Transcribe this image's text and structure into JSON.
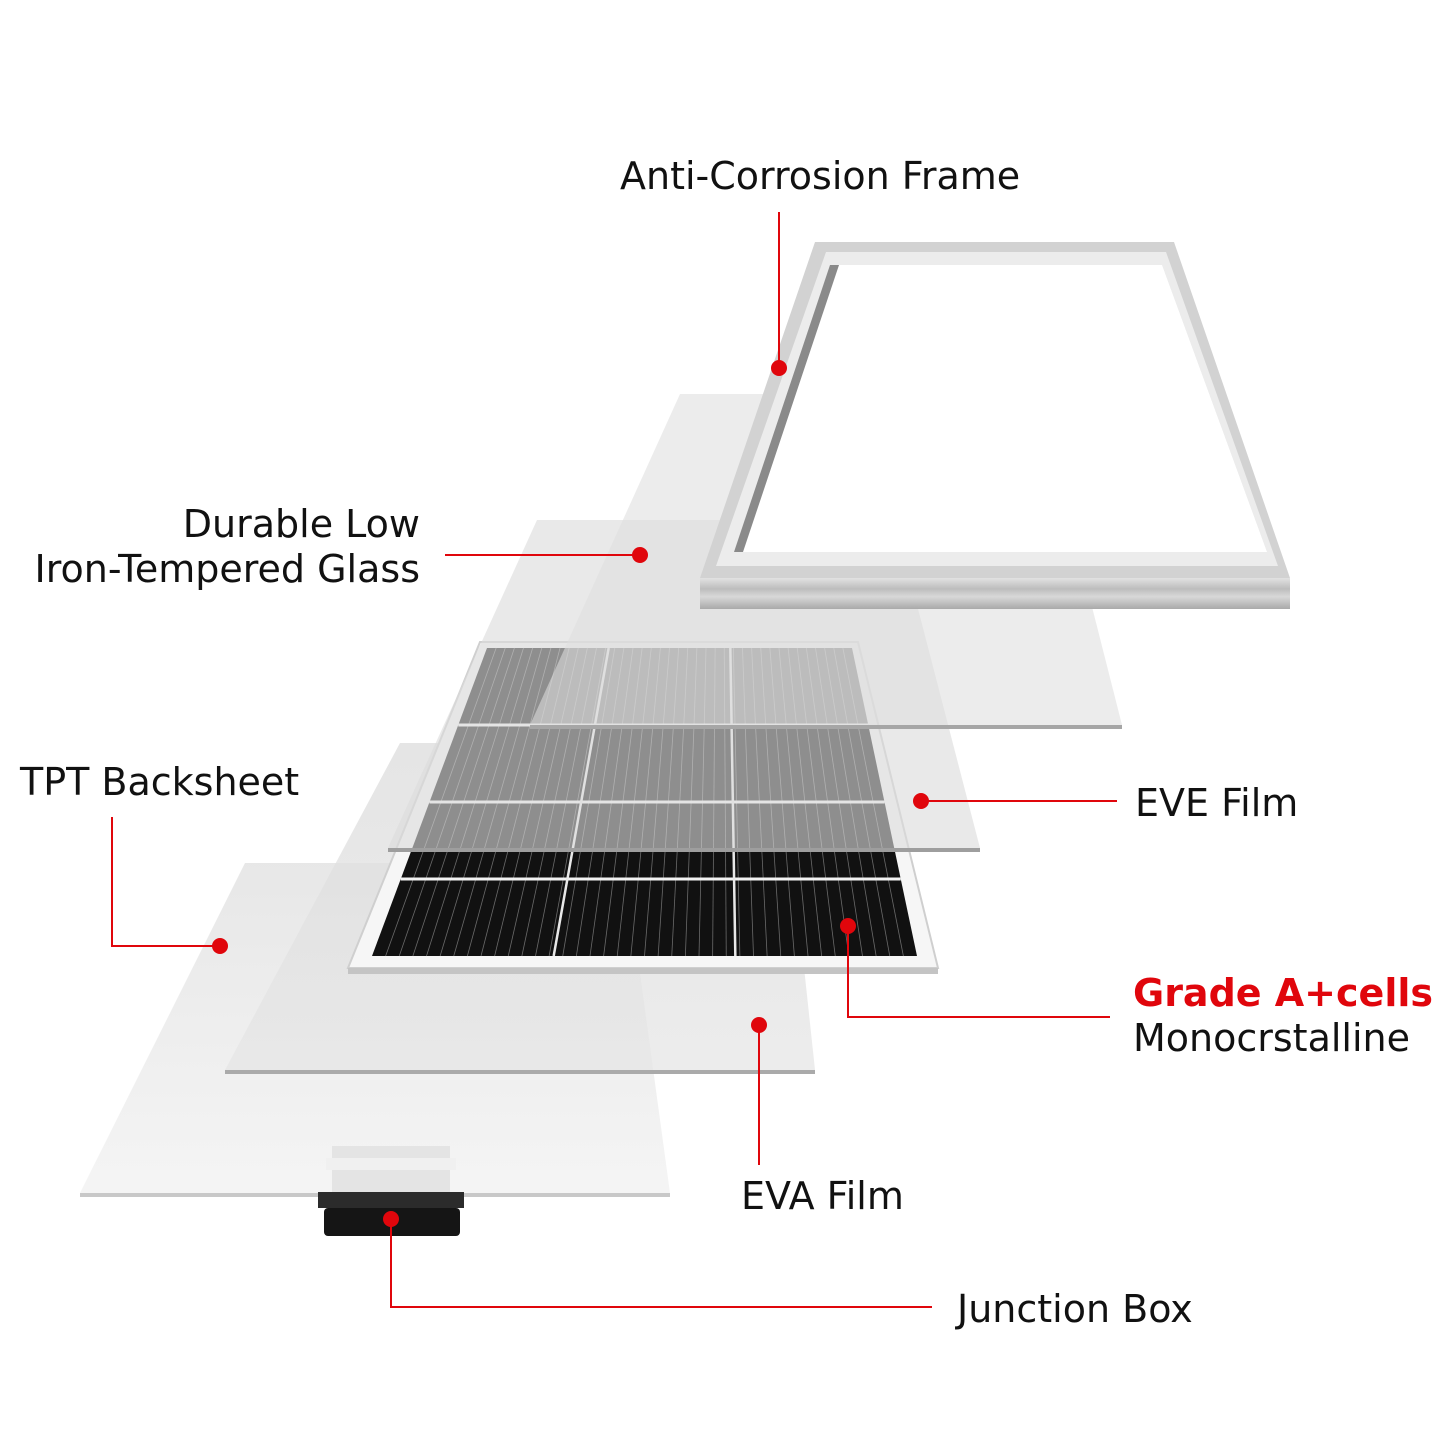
{
  "colors": {
    "accent": "#e0060c",
    "cell": "#111111",
    "frame": "#d4d4d4",
    "layer": "#e4e4e4"
  },
  "labels": {
    "frame": "Anti-Corrosion Frame",
    "glass_line1": "Durable Low",
    "glass_line2": "Iron-Tempered Glass",
    "backsheet": "TPT Backsheet",
    "eve": "EVE Film",
    "cells_grade": "Grade A+cells",
    "cells_type": "Monocrstalline",
    "eva": "EVA Film",
    "junction": "Junction Box"
  }
}
